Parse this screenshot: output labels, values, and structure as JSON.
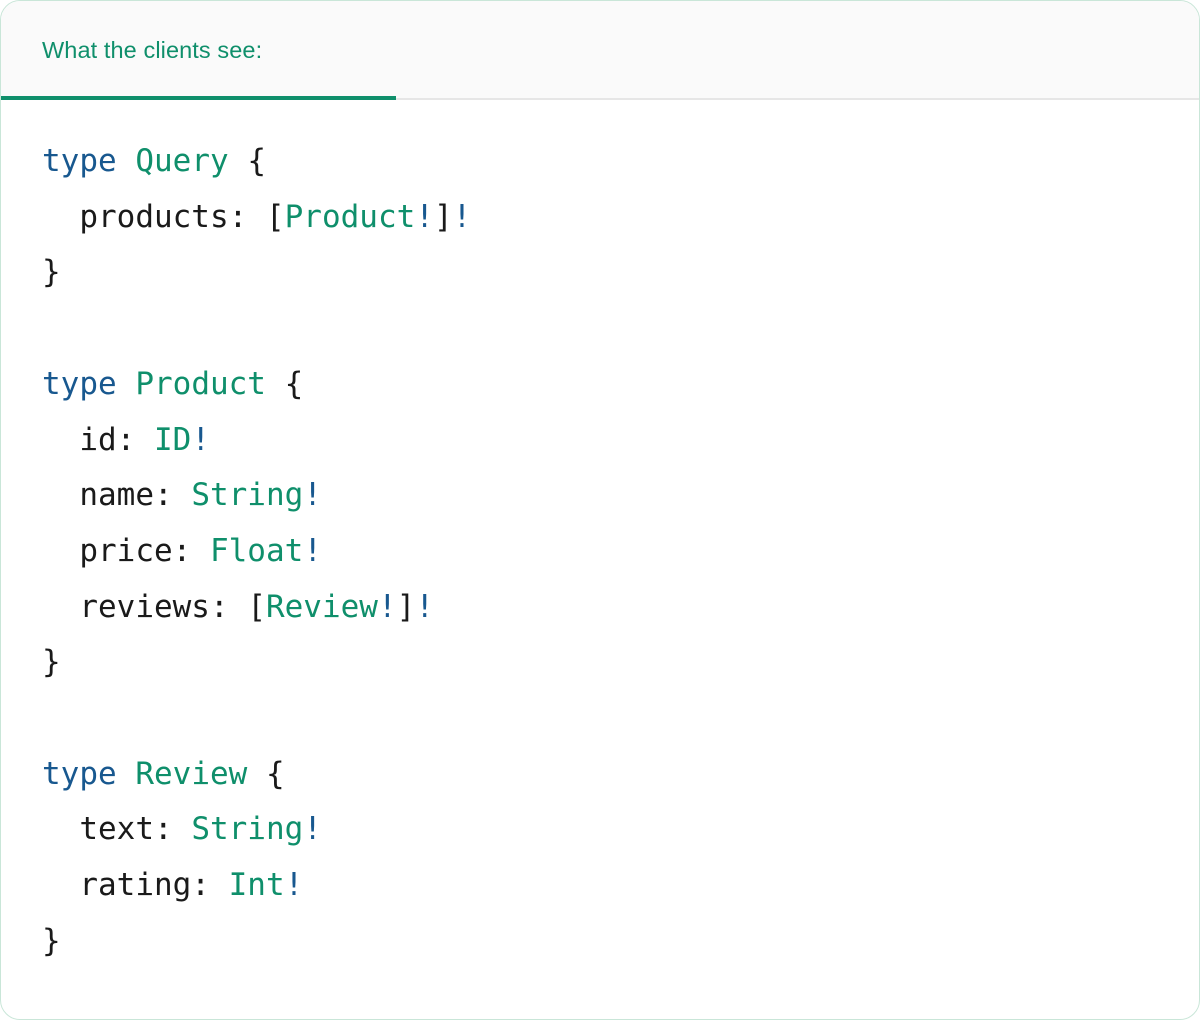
{
  "card": {
    "border_color": "#c9e6d8",
    "background": "#ffffff"
  },
  "header": {
    "background": "#fafafa",
    "active_tab_label": "What the clients see:",
    "accent_color": "#0f8f6b",
    "rule_color": "#e6e6e6"
  },
  "syntax_colors": {
    "keyword": "#18588f",
    "type_name": "#0f8f6b",
    "punctuation": "#1a1a1a",
    "field_name": "#1a1a1a",
    "non_null_bang": "#18588f"
  },
  "code": {
    "language": "graphql",
    "raw": "type Query {\n  products: [Product!]!\n}\n\ntype Product {\n  id: ID!\n  name: String!\n  price: Float!\n  reviews: [Review!]!\n}\n\ntype Review {\n  text: String!\n  rating: Int!\n}",
    "lines": [
      {
        "id": "l1",
        "tokens": [
          {
            "t": "type",
            "k": "kw"
          },
          {
            "t": " ",
            "k": "punc"
          },
          {
            "t": "Query",
            "k": "type"
          },
          {
            "t": " ",
            "k": "punc"
          },
          {
            "t": "{",
            "k": "punc"
          }
        ]
      },
      {
        "id": "l2",
        "tokens": [
          {
            "t": "  products: ",
            "k": "field"
          },
          {
            "t": "[",
            "k": "punc"
          },
          {
            "t": "Product",
            "k": "type"
          },
          {
            "t": "!",
            "k": "bang"
          },
          {
            "t": "]",
            "k": "punc"
          },
          {
            "t": "!",
            "k": "bang"
          }
        ]
      },
      {
        "id": "l3",
        "tokens": [
          {
            "t": "}",
            "k": "punc"
          }
        ]
      },
      {
        "id": "l4",
        "tokens": []
      },
      {
        "id": "l5",
        "tokens": [
          {
            "t": "type",
            "k": "kw"
          },
          {
            "t": " ",
            "k": "punc"
          },
          {
            "t": "Product",
            "k": "type"
          },
          {
            "t": " ",
            "k": "punc"
          },
          {
            "t": "{",
            "k": "punc"
          }
        ]
      },
      {
        "id": "l6",
        "tokens": [
          {
            "t": "  id: ",
            "k": "field"
          },
          {
            "t": "ID",
            "k": "type"
          },
          {
            "t": "!",
            "k": "bang"
          }
        ]
      },
      {
        "id": "l7",
        "tokens": [
          {
            "t": "  name: ",
            "k": "field"
          },
          {
            "t": "String",
            "k": "type"
          },
          {
            "t": "!",
            "k": "bang"
          }
        ]
      },
      {
        "id": "l8",
        "tokens": [
          {
            "t": "  price: ",
            "k": "field"
          },
          {
            "t": "Float",
            "k": "type"
          },
          {
            "t": "!",
            "k": "bang"
          }
        ]
      },
      {
        "id": "l9",
        "tokens": [
          {
            "t": "  reviews: ",
            "k": "field"
          },
          {
            "t": "[",
            "k": "punc"
          },
          {
            "t": "Review",
            "k": "type"
          },
          {
            "t": "!",
            "k": "bang"
          },
          {
            "t": "]",
            "k": "punc"
          },
          {
            "t": "!",
            "k": "bang"
          }
        ]
      },
      {
        "id": "l10",
        "tokens": [
          {
            "t": "}",
            "k": "punc"
          }
        ]
      },
      {
        "id": "l11",
        "tokens": []
      },
      {
        "id": "l12",
        "tokens": [
          {
            "t": "type",
            "k": "kw"
          },
          {
            "t": " ",
            "k": "punc"
          },
          {
            "t": "Review",
            "k": "type"
          },
          {
            "t": " ",
            "k": "punc"
          },
          {
            "t": "{",
            "k": "punc"
          }
        ]
      },
      {
        "id": "l13",
        "tokens": [
          {
            "t": "  text: ",
            "k": "field"
          },
          {
            "t": "String",
            "k": "type"
          },
          {
            "t": "!",
            "k": "bang"
          }
        ]
      },
      {
        "id": "l14",
        "tokens": [
          {
            "t": "  rating: ",
            "k": "field"
          },
          {
            "t": "Int",
            "k": "type"
          },
          {
            "t": "!",
            "k": "bang"
          }
        ]
      },
      {
        "id": "l15",
        "tokens": [
          {
            "t": "}",
            "k": "punc"
          }
        ]
      }
    ]
  }
}
